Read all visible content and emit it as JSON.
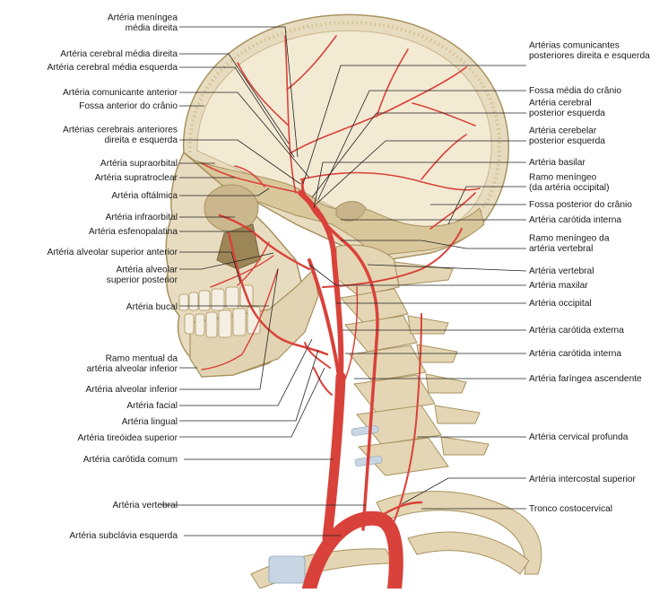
{
  "labels_left": [
    {
      "id": "arteria-meningea-media-direita",
      "lines": [
        "Artéria meníngea",
        "média direita"
      ]
    },
    {
      "id": "arteria-cerebral-media-direita",
      "lines": [
        "Artéria cerebral média direita"
      ]
    },
    {
      "id": "arteria-cerebral-media-esquerda",
      "lines": [
        "Artéria cerebral média esquerda"
      ]
    },
    {
      "id": "arteria-comunicante-anterior",
      "lines": [
        "Artéria comunicante anterior"
      ]
    },
    {
      "id": "fossa-anterior-do-cranio",
      "lines": [
        "Fossa anterior do crânio"
      ]
    },
    {
      "id": "arterias-cerebrais-anteriores",
      "lines": [
        "Artérias cerebrais anteriores",
        "direita e esquerda"
      ]
    },
    {
      "id": "arteria-supraorbital",
      "lines": [
        "Artéria supraorbital"
      ]
    },
    {
      "id": "arteria-supratroclear",
      "lines": [
        "Artéria supratroclear"
      ]
    },
    {
      "id": "arteria-oftalmica",
      "lines": [
        "Artéria oftálmica"
      ]
    },
    {
      "id": "arteria-infraorbital",
      "lines": [
        "Artéria infraorbital"
      ]
    },
    {
      "id": "arteria-esfenopalatina",
      "lines": [
        "Artéria esfenopalatina"
      ]
    },
    {
      "id": "arteria-alveolar-superior-anterior",
      "lines": [
        "Artéria alveolar superior anterior"
      ]
    },
    {
      "id": "arteria-alveolar-superior-posterior",
      "lines": [
        "Artéria alveolar",
        "superior posterior"
      ]
    },
    {
      "id": "arteria-bucal",
      "lines": [
        "Artéria bucal"
      ]
    },
    {
      "id": "ramo-mentual",
      "lines": [
        "Ramo mentual da",
        "artéria alveolar inferior"
      ]
    },
    {
      "id": "arteria-alveolar-inferior",
      "lines": [
        "Artéria alveolar inferior"
      ]
    },
    {
      "id": "arteria-facial",
      "lines": [
        "Artéria facial"
      ]
    },
    {
      "id": "arteria-lingual",
      "lines": [
        "Artéria lingual"
      ]
    },
    {
      "id": "arteria-tireoidea-superior",
      "lines": [
        "Artéria tireóidea superior"
      ]
    },
    {
      "id": "arteria-carotida-comum",
      "lines": [
        "Artéria carótida comum"
      ]
    },
    {
      "id": "arteria-vertebral-esquerda-lado",
      "lines": [
        "Artéria vertebral"
      ]
    },
    {
      "id": "arteria-subclavia-esquerda",
      "lines": [
        "Artéria subclávia esquerda"
      ]
    }
  ],
  "labels_right": [
    {
      "id": "arterias-comunicantes-posteriores",
      "lines": [
        "Artérias comunicantes",
        "posteriores direita e esquerda"
      ]
    },
    {
      "id": "fossa-media-do-cranio",
      "lines": [
        "Fossa média do crânio"
      ]
    },
    {
      "id": "arteria-cerebral-posterior-esquerda",
      "lines": [
        "Artéria cerebral",
        "posterior esquerda"
      ]
    },
    {
      "id": "arteria-cerebelar-posterior-esquerda",
      "lines": [
        "Artéria cerebelar",
        "posterior esquerda"
      ]
    },
    {
      "id": "arteria-basilar",
      "lines": [
        "Artéria basilar"
      ]
    },
    {
      "id": "ramo-meningeo-occipital",
      "lines": [
        "Ramo meníngeo",
        "(da artéria occipital)"
      ]
    },
    {
      "id": "fossa-posterior-do-cranio",
      "lines": [
        "Fossa posterior do crânio"
      ]
    },
    {
      "id": "arteria-carotida-interna-superior",
      "lines": [
        "Artéria carótida interna"
      ]
    },
    {
      "id": "ramo-meningeo-vertebral",
      "lines": [
        "Ramo meníngeo da",
        "artéria vertebral"
      ]
    },
    {
      "id": "arteria-vertebral-direita-lado",
      "lines": [
        "Artéria vertebral"
      ]
    },
    {
      "id": "arteria-maxilar",
      "lines": [
        "Artéria maxilar"
      ]
    },
    {
      "id": "arteria-occipital",
      "lines": [
        "Artéria occipital"
      ]
    },
    {
      "id": "arteria-carotida-externa",
      "lines": [
        "Artéria carótida externa"
      ]
    },
    {
      "id": "arteria-carotida-interna-inferior",
      "lines": [
        "Artéria carótida interna"
      ]
    },
    {
      "id": "arteria-faringea-ascendente",
      "lines": [
        "Artéria faríngea ascendente"
      ]
    },
    {
      "id": "arteria-cervical-profunda",
      "lines": [
        "Artéria cervical profunda"
      ]
    },
    {
      "id": "arteria-intercostal-superior",
      "lines": [
        "Artéria intercostal superior"
      ]
    },
    {
      "id": "tronco-costocervical",
      "lines": [
        "Tronco costocervical"
      ]
    }
  ],
  "colors": {
    "bone": "#e8dcc0",
    "bone_shadow": "#c9b58c",
    "bone_dark": "#a8925f",
    "artery": "#d9423a",
    "artery_dark": "#b52a24",
    "leader": "#222222",
    "cartilage": "#c8d6e4",
    "tooth": "#f4efe2",
    "gum": "#e6a3a3"
  }
}
